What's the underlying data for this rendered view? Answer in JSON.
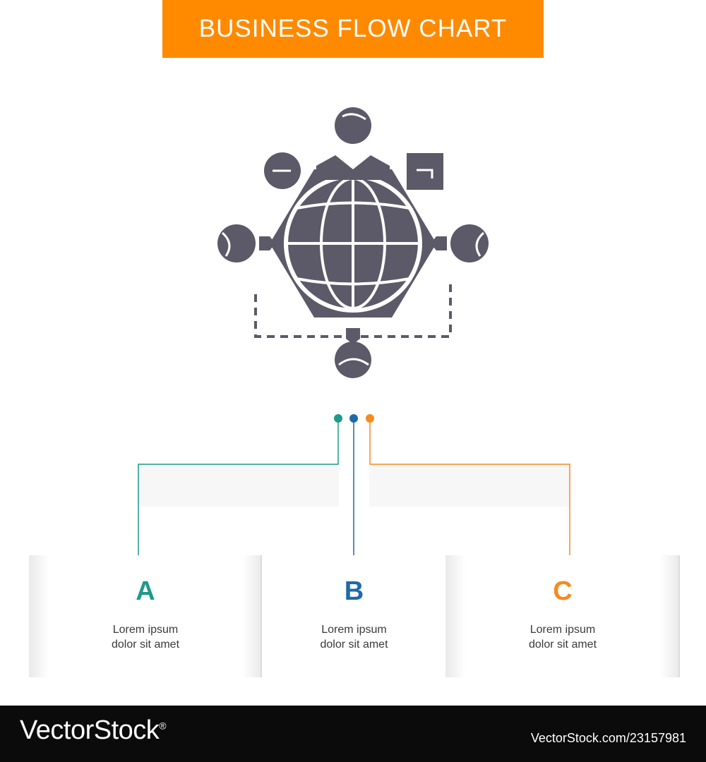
{
  "title": "BUSINESS FLOW CHART",
  "colors": {
    "title_bg": "#ff8a00",
    "icon": "#5c5968",
    "a": "#1f9a8a",
    "b": "#1e6aa8",
    "c": "#f68a1f"
  },
  "icon": {
    "name": "global-network-icon"
  },
  "steps": [
    {
      "letter": "A",
      "line1": "Lorem ipsum",
      "line2": "dolor sit amet",
      "color": "#1f9a8a"
    },
    {
      "letter": "B",
      "line1": "Lorem ipsum",
      "line2": "dolor sit amet",
      "color": "#1e6aa8"
    },
    {
      "letter": "C",
      "line1": "Lorem ipsum",
      "line2": "dolor sit amet",
      "color": "#f68a1f"
    }
  ],
  "footer": {
    "brand": "VectorStock",
    "brand_mark": "®",
    "image_id": "VectorStock.com/23157981"
  }
}
